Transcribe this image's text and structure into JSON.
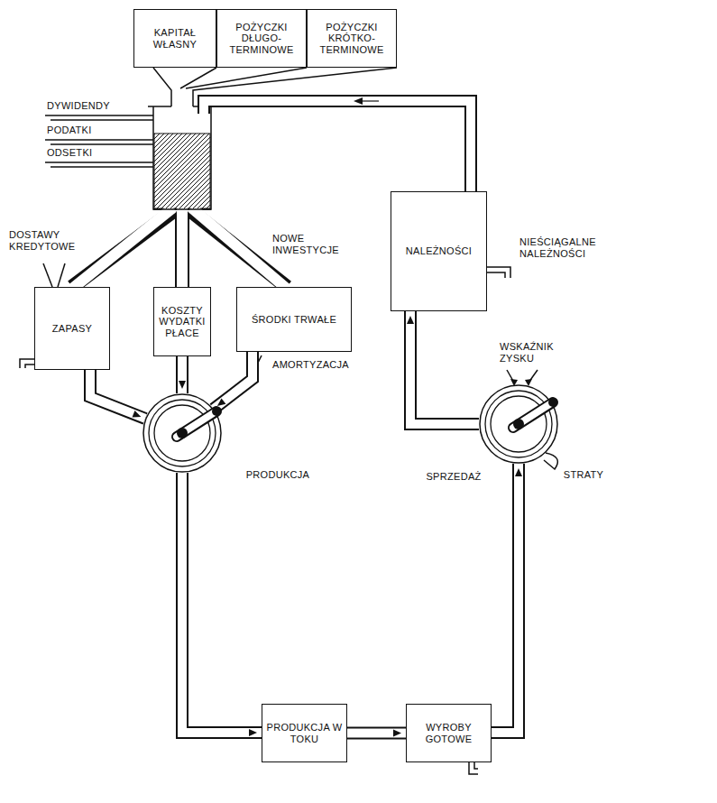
{
  "diagram": {
    "nodes": [
      {
        "text": [
          "KAPITAŁ WŁASNY"
        ]
      },
      {
        "text": [
          "POŻYCZKI DŁUGO- TERMINOWE"
        ]
      },
      {
        "text": [
          "POŻYCZKI KRÓTKO- TERMINOWE"
        ]
      },
      {
        "text": [
          "NALEŻNOŚCI"
        ]
      },
      {
        "text": [
          "ZAPASY"
        ]
      },
      {
        "text": [
          "KOSZTY WYDATKI PŁACE"
        ]
      },
      {
        "text": [
          "ŚRODKI TRWAŁE"
        ]
      },
      {
        "text": [
          "PRODUKCJA"
        ]
      },
      {
        "text": [
          "SPRZEDAŻ",
          "STRATY"
        ]
      },
      {
        "text": [
          "PRODUKCJA W TOKU"
        ]
      },
      {
        "text": [
          "WYROBY GOTOWE"
        ]
      }
    ],
    "edges": [
      {
        "from": 4,
        "to": 7,
        "arrow": "to"
      },
      {
        "from": 5,
        "to": 7,
        "arrow": "to"
      },
      {
        "from": 6,
        "to": 7,
        "arrow": "to"
      },
      {
        "from": 7,
        "to": 9,
        "arrow": "to"
      },
      {
        "from": 9,
        "to": 10,
        "arrow": "to"
      },
      {
        "from": 10,
        "to": 8,
        "arrow": "to"
      },
      {
        "from": 8,
        "to": 3,
        "arrow": "to"
      }
    ],
    "labels": [
      "DYWIDENDY",
      "PODATKI",
      "ODSETKI",
      "DOSTAWY KREDYTOWE",
      "NOWE INWESTYCJE",
      "AMORTYZACJA",
      "WSKAŹNIK ZYSKU",
      "NIEŚCIĄGALNE NALEŻNOŚCI"
    ]
  }
}
